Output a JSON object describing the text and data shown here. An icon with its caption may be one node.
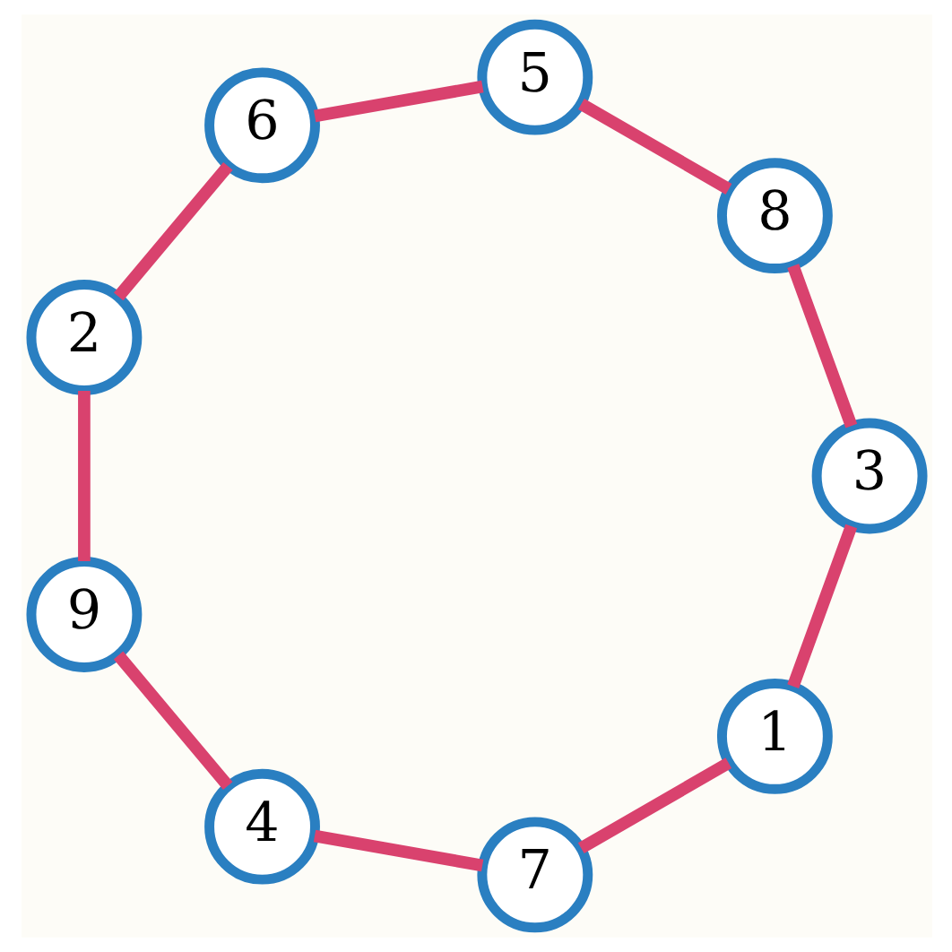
{
  "diagram": {
    "nodes": [
      {
        "text": [
          "1"
        ]
      },
      {
        "text": [
          "7"
        ]
      },
      {
        "text": [
          "4"
        ]
      },
      {
        "text": [
          "9"
        ]
      },
      {
        "text": [
          "2"
        ]
      },
      {
        "text": [
          "6"
        ]
      },
      {
        "text": [
          "5"
        ]
      },
      {
        "text": [
          "8"
        ]
      },
      {
        "text": [
          "3"
        ]
      }
    ],
    "edges": [
      {
        "from": 0,
        "to": 1,
        "arrow": "none"
      },
      {
        "from": 1,
        "to": 2,
        "arrow": "none"
      },
      {
        "from": 2,
        "to": 3,
        "arrow": "none"
      },
      {
        "from": 3,
        "to": 4,
        "arrow": "none"
      },
      {
        "from": 4,
        "to": 5,
        "arrow": "none"
      },
      {
        "from": 5,
        "to": 6,
        "arrow": "none"
      },
      {
        "from": 6,
        "to": 7,
        "arrow": "none"
      },
      {
        "from": 7,
        "to": 8,
        "arrow": "none"
      },
      {
        "from": 8,
        "to": 0,
        "arrow": "none"
      }
    ]
  }
}
